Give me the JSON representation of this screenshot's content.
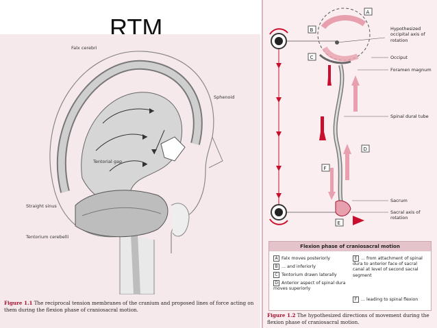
{
  "slide": {
    "title": "RTM"
  },
  "figure1": {
    "labels": {
      "falx": "Falx cerebri",
      "sphenoid": "Sphenoid",
      "tentorial_gap": "Tentorial gap",
      "straight_sinus": "Straight sinus",
      "tentorium": "Tentorium cerebelli"
    },
    "caption_num": "Figure 1.1",
    "caption_text": "The reciprocal tension membranes of the cranium and proposed lines of force acting on them during the flexion phase of craniosacral motion."
  },
  "figure2": {
    "labels": {
      "occipital_axis": "Hypothesized occipital axis of rotation",
      "occiput": "Occiput",
      "foramen": "Foramen magnum",
      "spinal_tube": "Spinal dural tube",
      "sacrum": "Sacrum",
      "sacral_axis": "Sacral axis of rotation"
    },
    "markers": [
      "A",
      "B",
      "C",
      "D",
      "E",
      "F"
    ],
    "legend_title": "Flexion phase of craniosacral motion",
    "legend": [
      {
        "key": "A",
        "text": "Falx moves posteriorly"
      },
      {
        "key": "B",
        "text": "... and inferiorly"
      },
      {
        "key": "C",
        "text": "Tentorium drawn laterally"
      },
      {
        "key": "D",
        "text": "Anterior aspect of spinal dura moves superiorly"
      },
      {
        "key": "E",
        "text": "... from attachment of spinal dura to anterior face of sacral canal at level of second sacral segment"
      },
      {
        "key": "F",
        "text": "... leading to spinal flexion"
      }
    ],
    "caption_num": "Figure 1.2",
    "caption_text": "The hypothesized directions of movement during the flexion phase of craniosacral motion."
  },
  "colors": {
    "accent_red": "#c8102e",
    "pink_arrow": "#e8a0ae",
    "panel_bg": "#f6e9ec"
  }
}
